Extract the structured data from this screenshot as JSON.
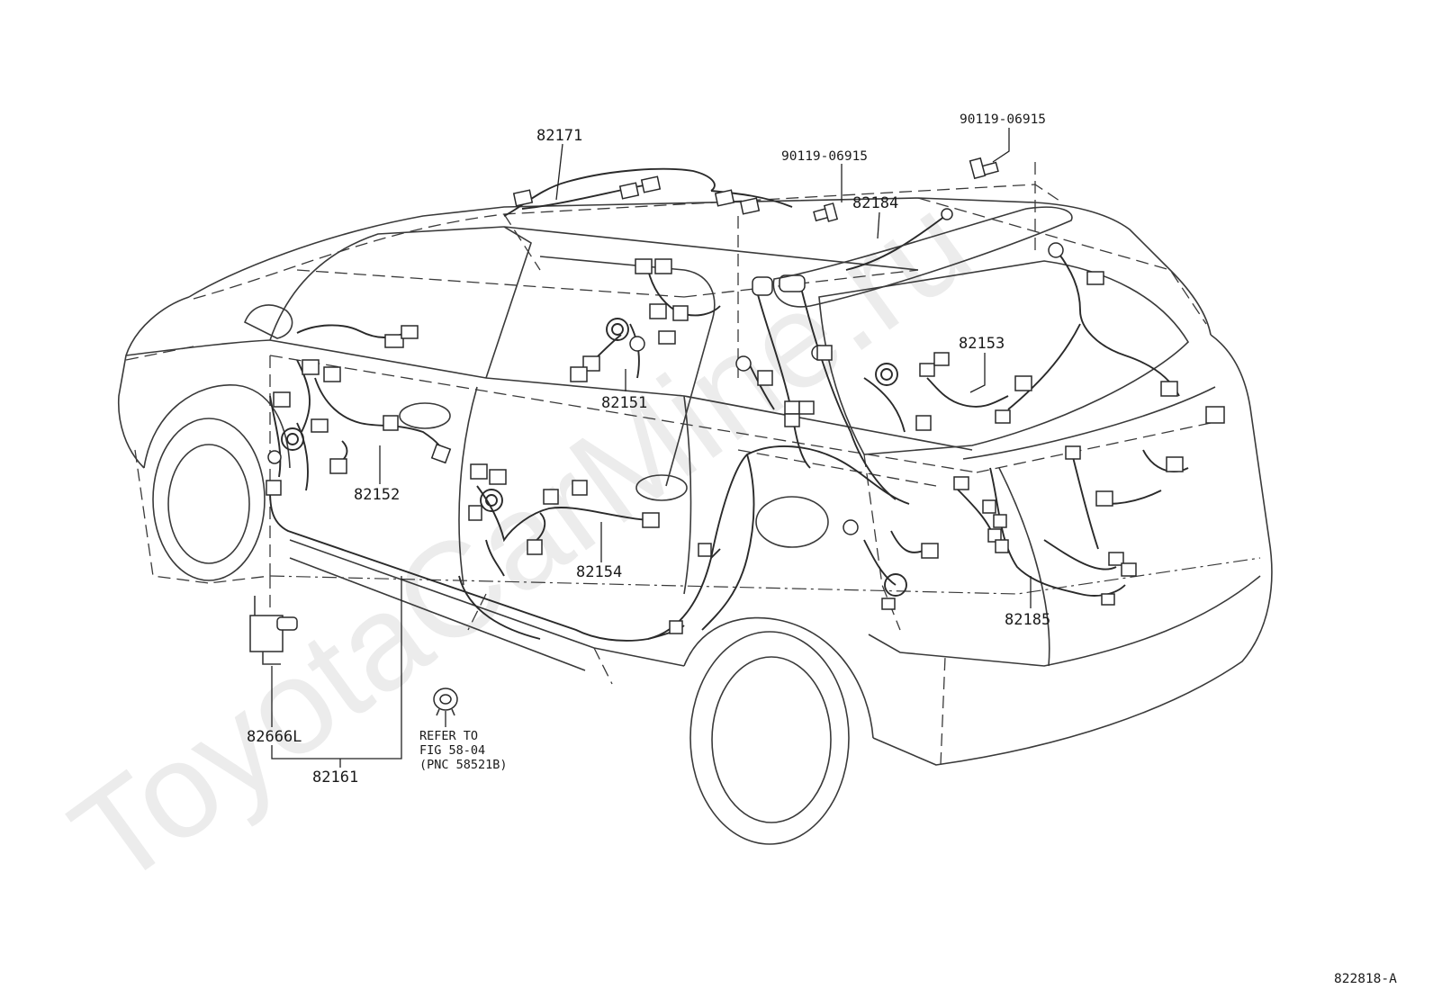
{
  "watermark": {
    "text": "ToyotaCarMine.ru"
  },
  "figure_code": "822818-A",
  "labels": {
    "p82171": "82171",
    "p90119_a": "90119-06915",
    "p90119_b": "90119-06915",
    "p82184": "82184",
    "p82153": "82153",
    "p82151": "82151",
    "p82152": "82152",
    "p82154": "82154",
    "p82185": "82185",
    "p82666L": "82666L",
    "p82161": "82161"
  },
  "refer_note": {
    "line1": "REFER TO",
    "line2": "FIG 58-04",
    "line3": "(PNC 58521B)"
  }
}
